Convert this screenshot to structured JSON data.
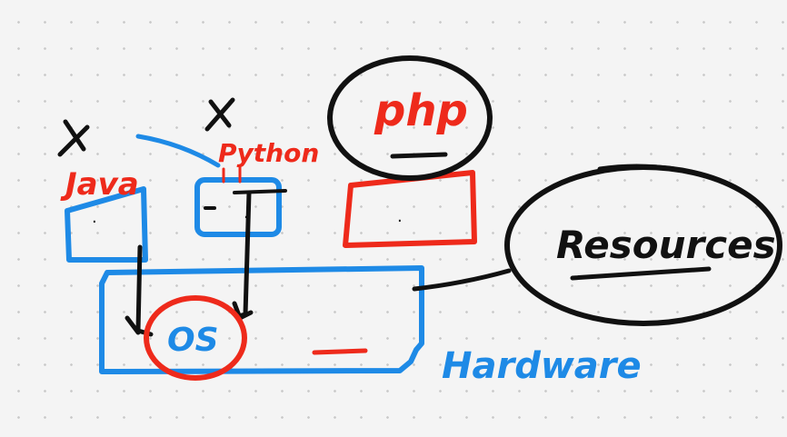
{
  "labels": {
    "java": "Java",
    "python": "Python",
    "php": "php",
    "os": "OS",
    "resources": "Resources",
    "hardware": "Hardware",
    "cross_mark": "x",
    "dot": "."
  },
  "colors": {
    "blue": "#1e8ae6",
    "red": "#ee2a1b",
    "black": "#111111"
  }
}
